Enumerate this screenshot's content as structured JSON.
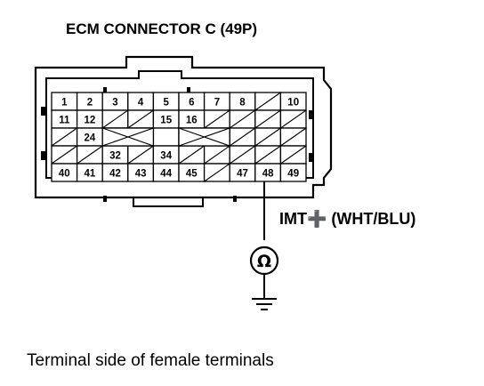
{
  "title": "ECM CONNECTOR C (49P)",
  "wire_label": "IMT➕ (WHT/BLU)",
  "caption": "Terminal side of female terminals",
  "meter_symbol": "Ω",
  "icons": {
    "meter": "ohmmeter-icon",
    "ground": "ground-icon"
  },
  "pins": {
    "row1": [
      "1",
      "2",
      "3",
      "4",
      "5",
      "6",
      "7",
      "8",
      "",
      "10"
    ],
    "row2": [
      "11",
      "12",
      "",
      "",
      "15",
      "16",
      "",
      "",
      "",
      ""
    ],
    "row3": [
      "",
      "24",
      "",
      "",
      "",
      "",
      "",
      "",
      "",
      ""
    ],
    "row4": [
      "",
      "",
      "32",
      "",
      "34",
      "",
      "",
      "",
      "",
      ""
    ],
    "row5": [
      "40",
      "41",
      "42",
      "43",
      "44",
      "45",
      "",
      "47",
      "48",
      "49"
    ]
  }
}
